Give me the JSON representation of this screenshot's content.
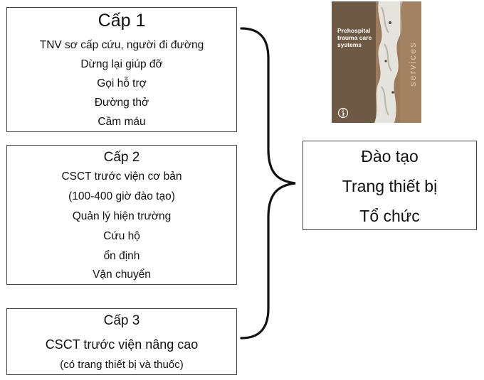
{
  "level1": {
    "title": "Cấp 1",
    "items": [
      "TNV sơ cấp cứu, người đi đường",
      "Dừng lại giúp đỡ",
      "Gọi hỗ trợ",
      "Đường thở",
      "Cầm máu"
    ]
  },
  "level2": {
    "title": "Cấp 2",
    "items": [
      "CSCT trước viện cơ bản",
      "(100-400 giờ đào tạo)",
      "Quản lý hiện trường",
      "Cứu hộ",
      "ổn định",
      "Vận chuyển"
    ]
  },
  "level3": {
    "title": "Cấp 3",
    "subtitle": "CSCT trước viện nâng cao",
    "note": "(có trang thiết bị và thuốc)"
  },
  "outcomes": [
    "Đào tạo",
    "Trang thiết bị",
    "Tổ chức"
  ],
  "cover": {
    "title": "Prehospital trauma care systems",
    "side_text": "services",
    "colors": {
      "background": "#9c7a5c",
      "left_strip": "#6e5a44",
      "rock": "#e4e4dc"
    }
  },
  "icons": {
    "brace": "right-curly-brace",
    "emblem": "who-emblem-icon"
  }
}
